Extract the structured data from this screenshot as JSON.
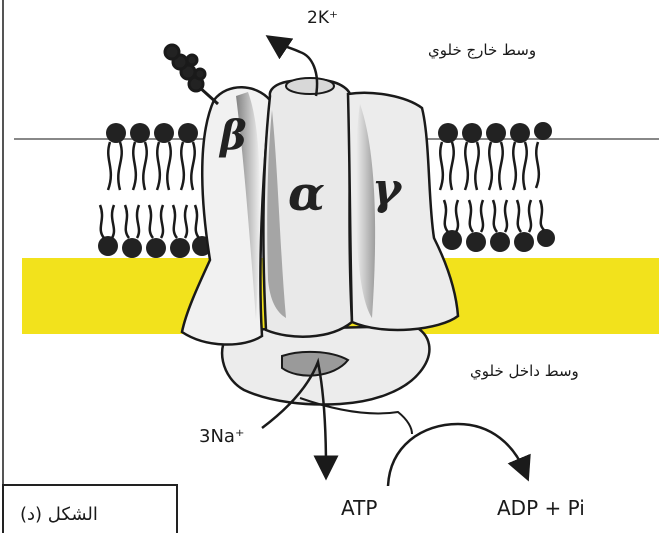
{
  "labels": {
    "extracellular": "وسط خارج خلوي",
    "intracellular": "وسط داخل خلوي",
    "potassium": "2K⁺",
    "sodium": "3Na⁺",
    "atp": "ATP",
    "adp": "ADP + Pi",
    "subunit_beta": "β",
    "subunit_alpha": "α",
    "subunit_gamma": "γ",
    "caption": "الشكل (د)"
  },
  "colors": {
    "membrane_highlight": "#f2e21c",
    "protein_fill": "#efefef",
    "protein_shade": "#8a8a8a",
    "ink": "#1a1a1a"
  }
}
